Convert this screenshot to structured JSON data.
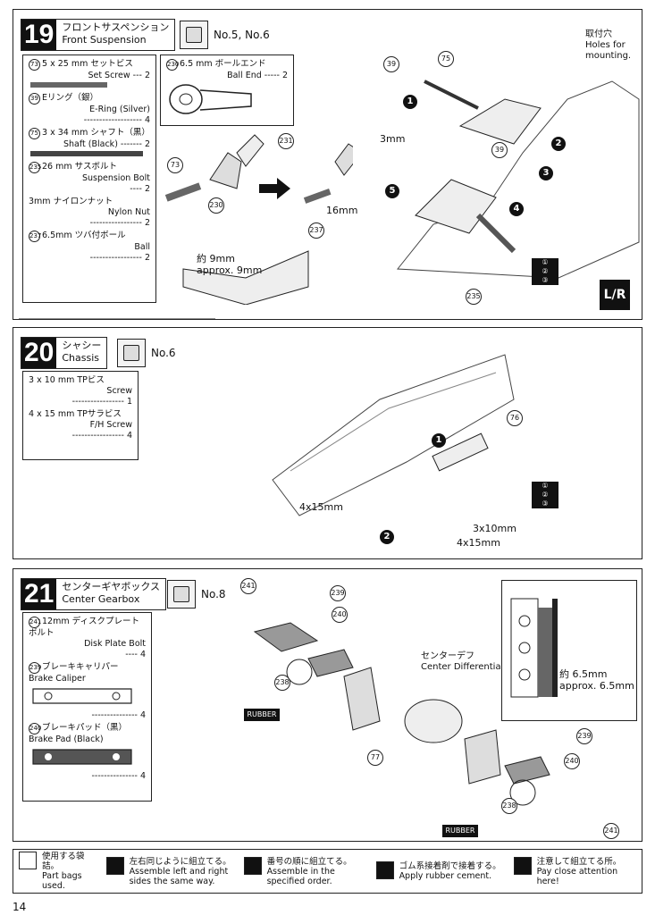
{
  "steps": [
    {
      "number": "19",
      "title_jp": "フロントサスペンション",
      "title_en": "Front Suspension",
      "bags": "No.5, No.6",
      "parts": [
        {
          "num": "73",
          "jp": "5 x 25 mm セットビス",
          "en": "Set Screw",
          "qty": "2"
        },
        {
          "num": "39",
          "jp": "Eリング（銀）",
          "en": "E-Ring (Silver)",
          "qty": "4"
        },
        {
          "num": "75",
          "jp": "3 x 34 mm シャフト（黒）",
          "en": "Shaft (Black)",
          "qty": "2"
        },
        {
          "num": "235",
          "jp": "26 mm サスボルト",
          "en": "Suspension Bolt",
          "qty": "2"
        },
        {
          "num": "",
          "jp": "3mm ナイロンナット",
          "en": "Nylon Nut",
          "qty": "2"
        },
        {
          "num": "237",
          "jp": "6.5mm ツバ付ボール",
          "en": "Ball",
          "qty": "2"
        },
        {
          "num": "230",
          "jp": "6.5 mm ボールエンド",
          "en": "Ball End",
          "qty": "2"
        }
      ],
      "labels": {
        "holes_jp": "取付穴",
        "holes_en": "Holes for mounting.",
        "nut": "3mm",
        "dim16": "16mm",
        "approx_jp": "約 9mm",
        "approx_en": "approx. 9mm",
        "lr": "L/R"
      },
      "callouts": [
        "39",
        "75",
        "231",
        "73",
        "230",
        "237",
        "39",
        "235"
      ]
    },
    {
      "number": "20",
      "title_jp": "シャシー",
      "title_en": "Chassis",
      "bags": "No.6",
      "parts": [
        {
          "num": "",
          "jp": "3 x 10 mm TPビス",
          "en": "Screw",
          "qty": "1"
        },
        {
          "num": "",
          "jp": "4 x 15 mm TPサラビス",
          "en": "F/H Screw",
          "qty": "4"
        }
      ],
      "labels": {
        "screw_a": "4x15mm",
        "screw_b": "3x10mm",
        "screw_c": "4x15mm"
      },
      "callouts": [
        "76"
      ]
    },
    {
      "number": "21",
      "title_jp": "センターギヤボックス",
      "title_en": "Center Gearbox",
      "bags": "No.8",
      "parts": [
        {
          "num": "241",
          "jp": "12mm ディスクプレートボルト",
          "en": "Disk Plate Bolt",
          "qty": "4"
        },
        {
          "num": "239",
          "jp": "ブレーキキャリパー",
          "en": "Brake Caliper",
          "qty": "4"
        },
        {
          "num": "240",
          "jp": "ブレーキパッド（黒）",
          "en": "Brake Pad (Black)",
          "qty": "4"
        }
      ],
      "labels": {
        "diff_jp": "センターデフ",
        "diff_en": "Center Differential",
        "approx_jp": "約 6.5mm",
        "approx_en": "approx. 6.5mm",
        "rubber": "RUBBER"
      },
      "callouts": [
        "241",
        "239",
        "240",
        "238",
        "77",
        "239",
        "240",
        "238",
        "241"
      ]
    }
  ],
  "legend": [
    {
      "jp": "使用する袋詰。",
      "en": "Part bags used."
    },
    {
      "jp": "左右同じように組立てる。",
      "en": "Assemble left and right sides the same way."
    },
    {
      "jp": "番号の順に組立てる。",
      "en": "Assemble in the specified order."
    },
    {
      "jp": "ゴム系接着剤で接着する。",
      "en": "Apply rubber cement."
    },
    {
      "jp": "注意して組立てる所。",
      "en": "Pay close attention here!"
    }
  ],
  "page_number": "14"
}
